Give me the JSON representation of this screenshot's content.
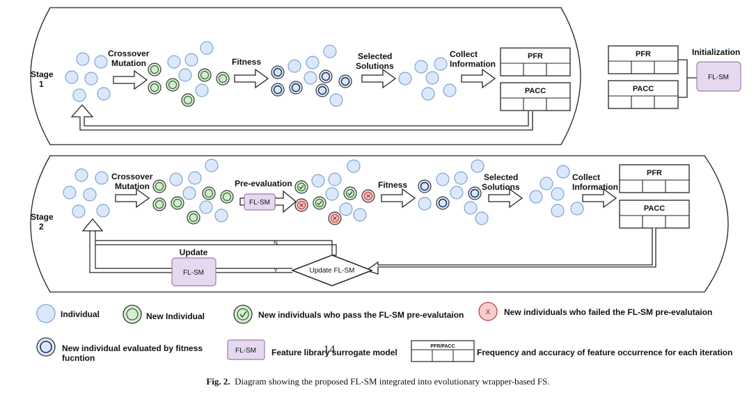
{
  "stage1": {
    "label_line1": "Stage",
    "label_line2": "1",
    "crossover": "Crossover",
    "mutation": "Mutation",
    "fitness": "Fitness",
    "selected_line1": "Selected",
    "selected_line2": "Solutions",
    "collect_line1": "Collect",
    "collect_line2": "Information",
    "pfr": "PFR",
    "pacc": "PACC"
  },
  "init": {
    "pfr": "PFR",
    "pacc": "PACC",
    "title": "Initialization",
    "flsm": "FL-SM"
  },
  "stage2": {
    "label_line1": "Stage",
    "label_line2": "2",
    "crossover": "Crossover",
    "mutation": "Mutation",
    "preeval": "Pre-evaluation",
    "flsm": "FL-SM",
    "fitness": "Fitness",
    "selected_line1": "Selected",
    "selected_line2": "Solutions",
    "collect_line1": "Collect",
    "collect_line2": "Information",
    "pfr": "PFR",
    "pacc": "PACC",
    "update_title": "Update",
    "update_box": "FL-SM",
    "decision": "Update FL-SM",
    "no": "N",
    "yes": "Y"
  },
  "legend": {
    "individual": "Individual",
    "new_individual": "New Individual",
    "pass": "New individuals who pass the FL-SM pre-evalutaion",
    "fail": "New individuals who failed the FL-SM pre-evalutaion",
    "fail_symbol": "X",
    "evaluated_line1": "New individual evaluated by fitness",
    "evaluated_line2": "fucntion",
    "flsm_box": "FL-SM",
    "surrogate": "Feature library surrogate model",
    "pfr_pacc_box": "PFR/PACC",
    "frequency": "Frequency and accuracy of feature occurrence for each iteration"
  },
  "page_number": "14",
  "caption": {
    "prefix": "Fig. 2.",
    "text": "Diagram showing the proposed FL-SM integrated into evolutionary wrapper-based FS."
  },
  "colors": {
    "individual_fill": "#dbe8fb",
    "individual_stroke": "#7ea2cf",
    "new_fill": "#d6ecd2",
    "new_stroke": "#2f6b2f",
    "fail_fill": "#f6cccc",
    "fail_stroke": "#c04040",
    "eval_stroke": "#1e2f55",
    "flsm_fill": "#e6d8ee",
    "flsm_stroke": "#9a7ab0"
  }
}
